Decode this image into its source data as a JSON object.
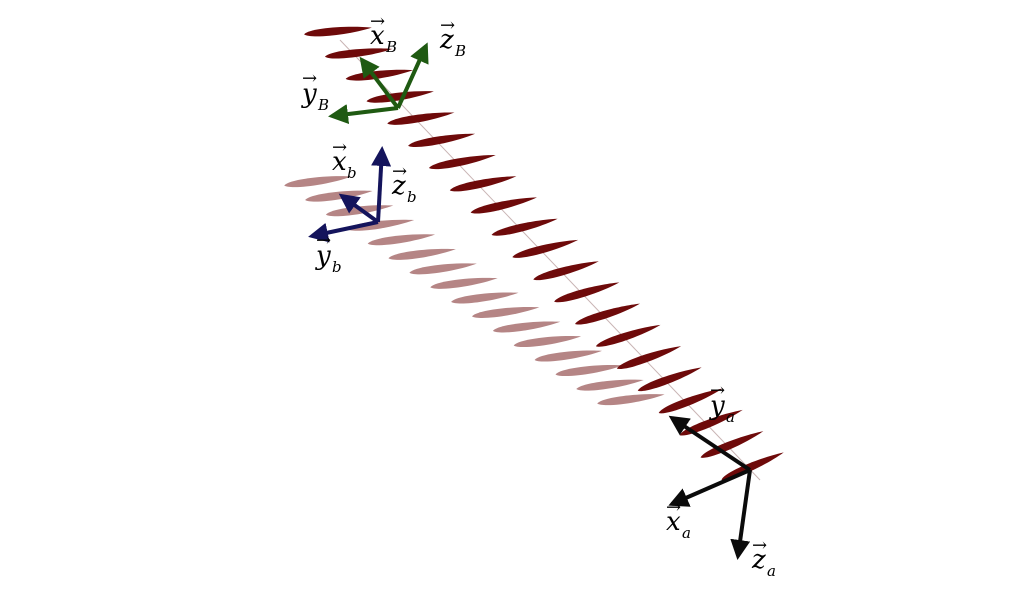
{
  "frames": [
    {
      "id": "B",
      "color": "#1f5a12",
      "axes": [
        {
          "name": "x",
          "sub": "B"
        },
        {
          "name": "y",
          "sub": "B"
        },
        {
          "name": "z",
          "sub": "B"
        }
      ]
    },
    {
      "id": "b",
      "color": "#14145c",
      "axes": [
        {
          "name": "x",
          "sub": "b"
        },
        {
          "name": "y",
          "sub": "b"
        },
        {
          "name": "z",
          "sub": "b"
        }
      ]
    },
    {
      "id": "a",
      "color": "#0b0b0b",
      "axes": [
        {
          "name": "x",
          "sub": "a"
        },
        {
          "name": "y",
          "sub": "a"
        },
        {
          "name": "z",
          "sub": "a"
        }
      ]
    }
  ],
  "colors": {
    "airfoil_solid": "#6e0a0a",
    "airfoil_ghost": "#b58585",
    "spine": "#c9b4b4"
  },
  "airfoil_counts": {
    "solid": 21,
    "ghost": 16
  }
}
